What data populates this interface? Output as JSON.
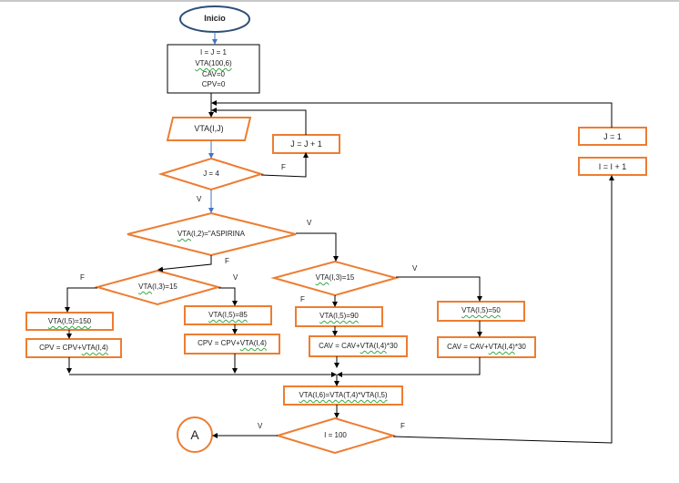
{
  "start": {
    "label": "Inicio"
  },
  "init": {
    "lines": [
      "I = J = 1",
      "VTA(100,6)",
      "CAV=0",
      "CPV=0"
    ]
  },
  "read": {
    "label": "VTA(I,J)"
  },
  "inc_j": {
    "label": "J = J + 1"
  },
  "set_j": {
    "label": "J = 1"
  },
  "inc_i": {
    "label": "I = I + 1"
  },
  "dec_j4": {
    "label": "J = 4",
    "false_label": "F",
    "true_label": "V"
  },
  "dec_aspirina": {
    "prefix": "VTA",
    "rest": "(I,2)=\"ASPIRINA",
    "true_label": "V",
    "false_label": "F"
  },
  "dec_left": {
    "prefix": "VTA",
    "rest": "(I,3)=15",
    "false_label": "F",
    "true_label": "V"
  },
  "dec_right": {
    "prefix": "VTA",
    "rest": "(I,3)=15",
    "false_label": "F",
    "true_label": "V"
  },
  "b1": {
    "a": "VTA(I,5)=150",
    "b_pre": "CPV = CPV+",
    "b_sq": "VTA(I,4)",
    "b_post": ""
  },
  "b2": {
    "a": "VTA(I,5)=85",
    "b_pre": "CPV = CPV+",
    "b_sq": "VTA(I,4)",
    "b_post": ""
  },
  "b3": {
    "a": "VTA(I,5)=90",
    "b_pre": "CAV = CAV+",
    "b_sq": "VTA(I,4)",
    "b_post": "*30"
  },
  "b4": {
    "a": "VTA(I,5)=50",
    "b_pre": "CAV = CAV+",
    "b_sq": "VTA(I,4)",
    "b_post": "*30"
  },
  "calc": {
    "label": "VTA(I,6)=VTA(T,4)*VTA(I,5)"
  },
  "dec_i": {
    "label": "I = 100",
    "true_label": "V",
    "false_label": "F"
  },
  "connector": {
    "label": "A"
  },
  "colors": {
    "shape_border": "#ed7d31",
    "terminal_border": "#2e4f79",
    "arrow_blue": "#4472c4",
    "line": "#000000"
  }
}
